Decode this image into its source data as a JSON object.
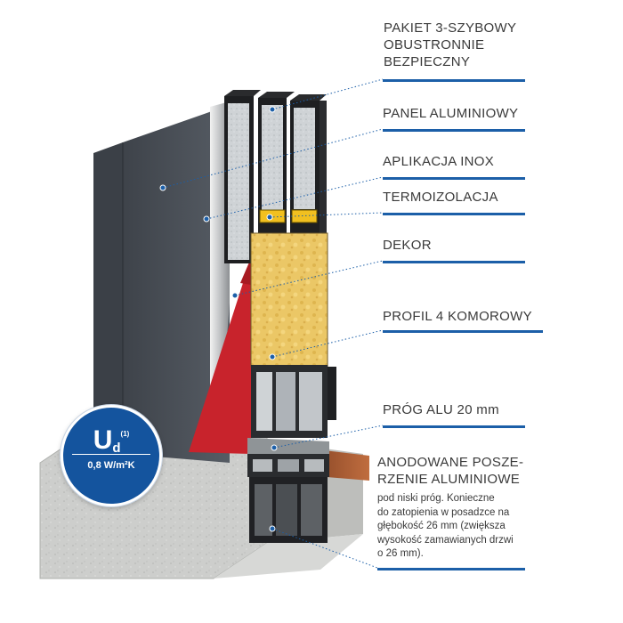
{
  "labels": {
    "glass": [
      "PAKIET 3-SZYBOWY",
      "OBUSTRONNIE",
      "BEZPIECZNY"
    ],
    "panel": "PANEL ALUMINIOWY",
    "inox": "APLIKACJA INOX",
    "thermo": "TERMOIZOLACJA",
    "decor": "DEKOR",
    "profile": "PROFIL 4 KOMOROWY",
    "sill": "PRÓG ALU 20 mm",
    "anodized": [
      "ANODOWANE POSZE-",
      "RZENIE ALUMINIOWE"
    ],
    "anodized_desc": [
      "pod niski próg. Konieczne",
      "do zatopienia w posadzce na",
      "głębokość 26 mm (zwiększa",
      "wysokość zamawianych drzwi",
      "o 26 mm)."
    ]
  },
  "badge": {
    "symbol": "U",
    "subscript": "d",
    "superscript": "(1)",
    "value": "0,8 W/m²K"
  },
  "colors": {
    "accent": "#1c5fa8",
    "badge": "#14549e",
    "door_panel": "#4a5058",
    "decor_red": "#c8232c",
    "insulation": "#e9c35f",
    "wood_threshold": "#a65a32",
    "concrete": "#c9cac8"
  }
}
